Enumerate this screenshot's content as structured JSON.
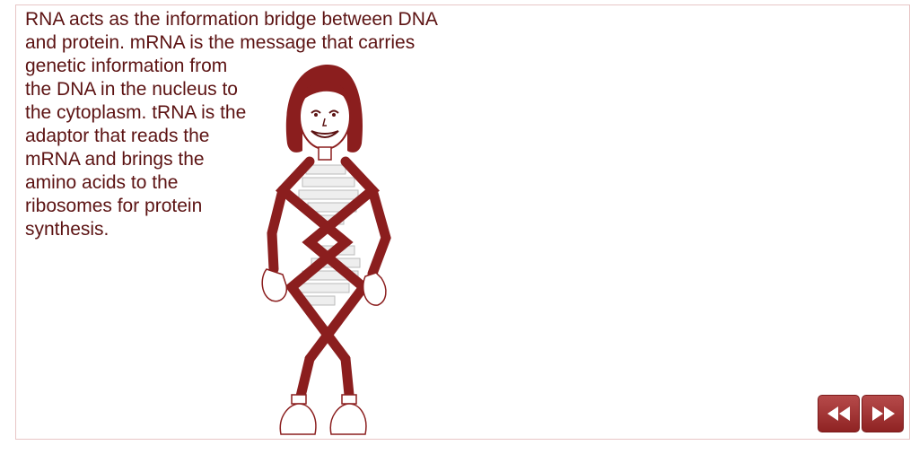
{
  "slide": {
    "paragraph_top": [
      "RNA acts as the information bridge between DNA",
      "and protein.  mRNA is the message that carries"
    ],
    "paragraph_side": [
      "genetic information from",
      "the DNA in the nucleus to",
      "the cytoplasm.  tRNA is the",
      "adaptor that reads the",
      "mRNA and brings the",
      "amino acids to the",
      "ribosomes for protein",
      "synthesis."
    ]
  },
  "illustration": {
    "icon": "dna-person-icon",
    "color": "#8b1e1e"
  },
  "nav": {
    "prev_icon": "rewind-icon",
    "next_icon": "fast-forward-icon",
    "accent": "#a33535"
  }
}
